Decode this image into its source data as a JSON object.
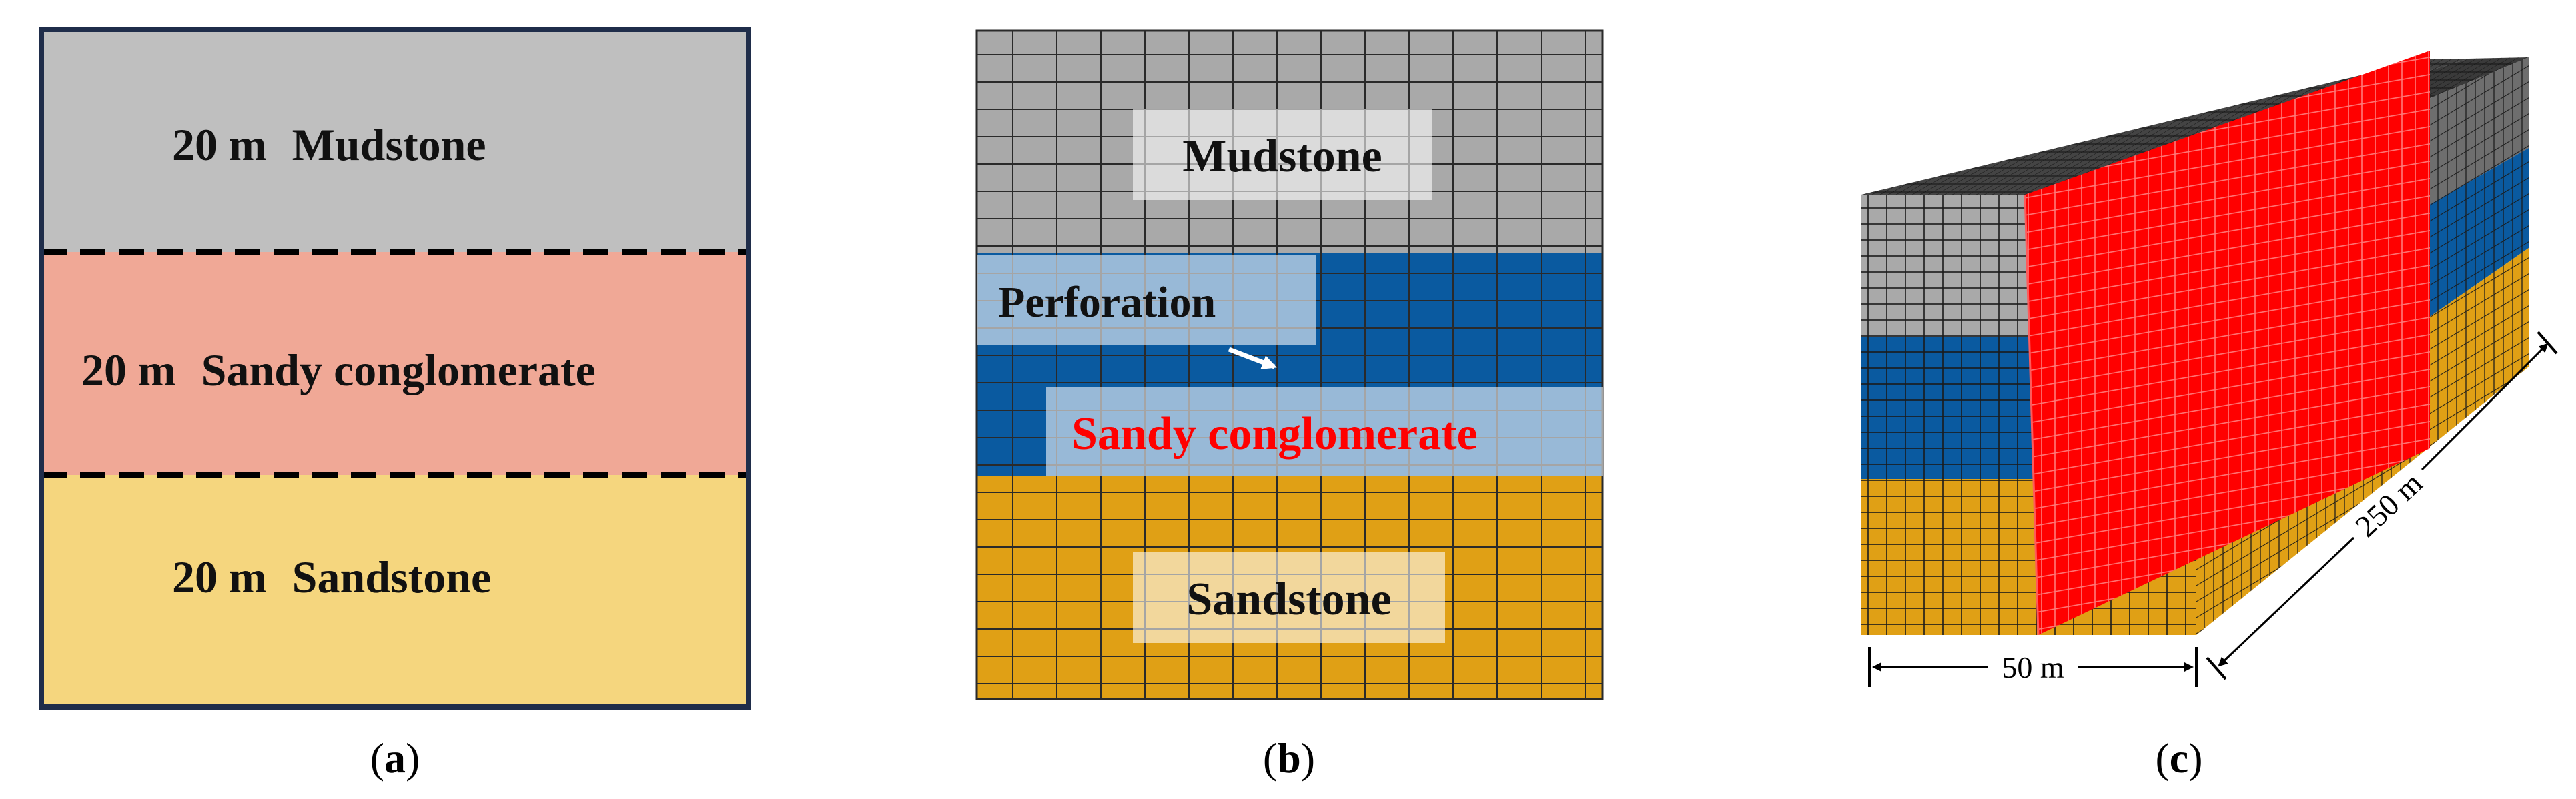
{
  "panel_a": {
    "layers": [
      {
        "thickness": "20 m",
        "name": "Mudstone",
        "color": "#bfbfbf"
      },
      {
        "thickness": "20 m",
        "name": "Sandy conglomerate",
        "color": "#f0a896"
      },
      {
        "thickness": "20 m",
        "name": "Sandstone",
        "color": "#f5d67e"
      }
    ],
    "border_color": "#1f2d4a",
    "caption_letter": "a"
  },
  "panel_b": {
    "labels": {
      "mudstone": "Mudstone",
      "perforation": "Perforation",
      "sandy_conglomerate": "Sandy conglomerate",
      "sandstone": "Sandstone"
    },
    "colors": {
      "mudstone": "#a9a9a9",
      "conglomerate": "#0a5aa0",
      "sandstone": "#e0a015",
      "highlight_text": "#ff0000"
    },
    "caption_letter": "b"
  },
  "panel_c": {
    "width_label": "50 m",
    "length_label": "250 m",
    "fracture_color": "#ff0000",
    "caption_letter": "c"
  }
}
